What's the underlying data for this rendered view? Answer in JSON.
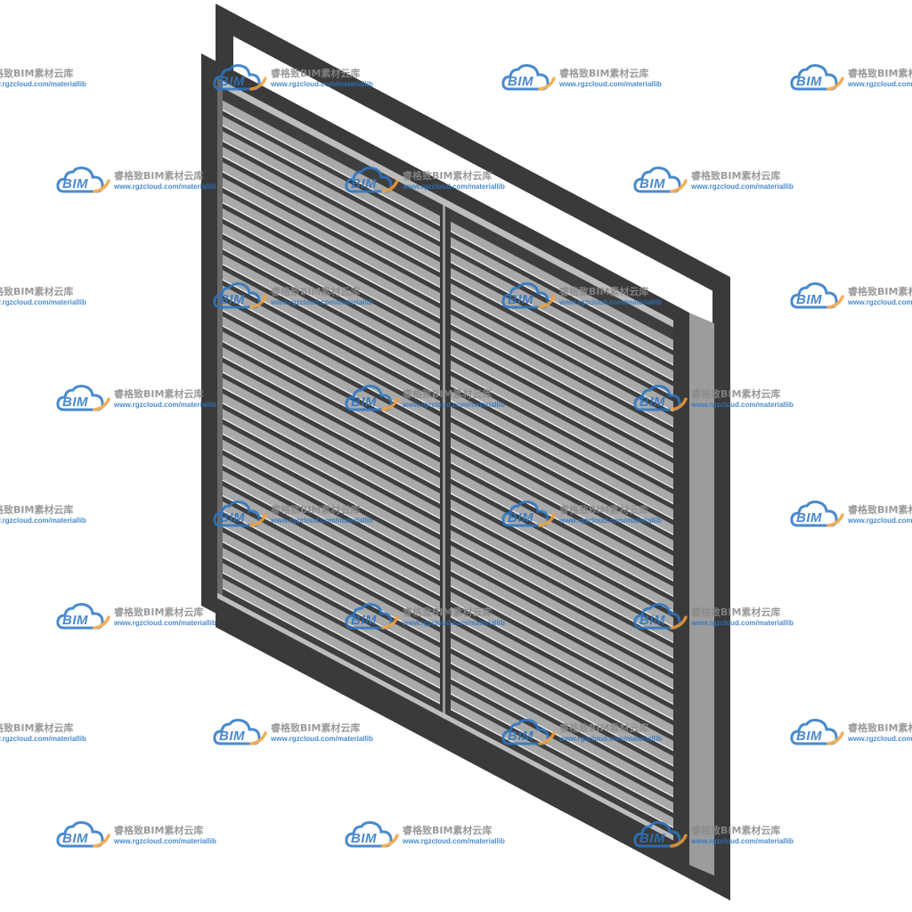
{
  "colors": {
    "background": "#ffffff",
    "frame_dark": "#3a3a3a",
    "frame_side": "#9c9c9c",
    "slat_face": "#a9a9a9",
    "slat_shadow": "#3e3e3e",
    "watermark_blue": "#2b76c4",
    "watermark_orange": "#f2a03a",
    "watermark_gray": "#8a8a8a"
  },
  "model": {
    "object": "louver-grille",
    "columns": 2,
    "slats_per_column": 32
  },
  "watermark": {
    "logo_text": "BIM",
    "brand_text": "睿格致BIM素材云库",
    "url_text": "www.rgzcloud.com/materiallib",
    "icon": "cloud-bim-logo-icon"
  }
}
